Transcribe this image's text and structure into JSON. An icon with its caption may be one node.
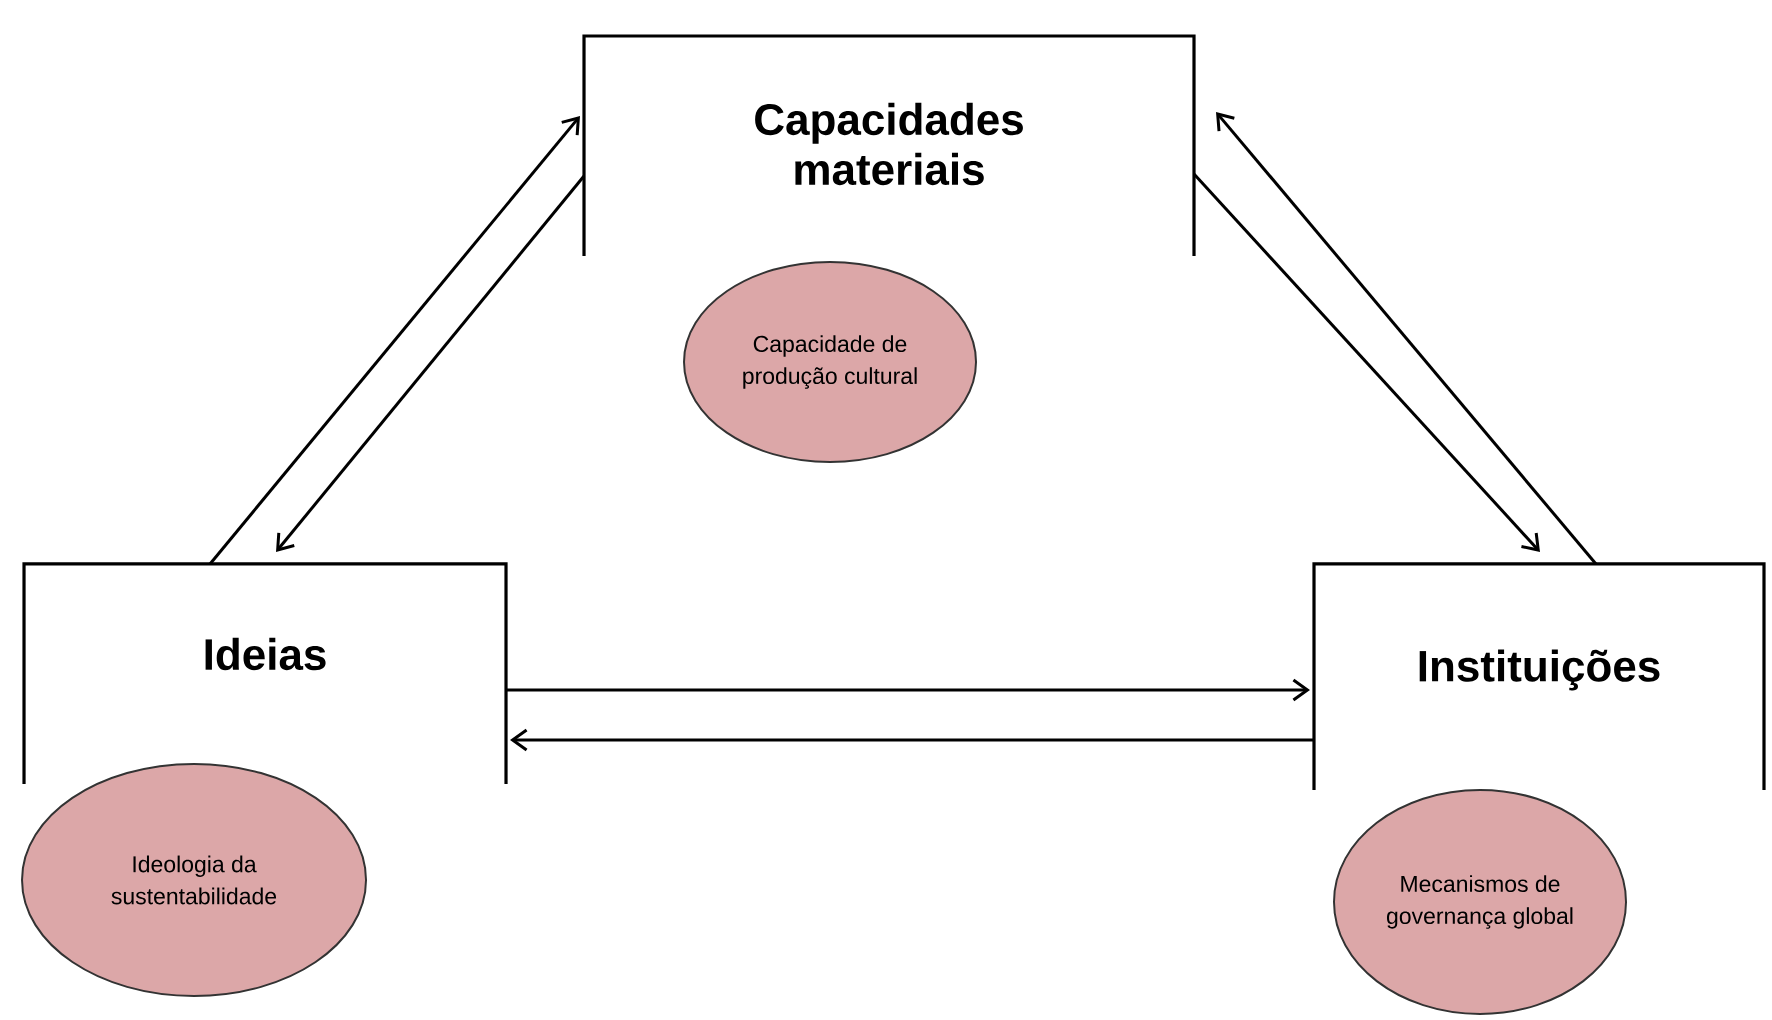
{
  "diagram": {
    "nodes": [
      {
        "text": [
          "Capacidades materiais"
        ]
      },
      {
        "text": [
          "Capacidade de produção cultural"
        ]
      },
      {
        "text": [
          "Ideias"
        ]
      },
      {
        "text": [
          "Ideologia da sustentabilidade"
        ]
      },
      {
        "text": [
          "Instituições"
        ]
      },
      {
        "text": [
          "Mecanismos de governança global"
        ]
      }
    ],
    "edges": [
      {
        "from": 2,
        "to": 0,
        "arrow": "to"
      },
      {
        "from": 0,
        "to": 2,
        "arrow": "to"
      },
      {
        "from": 4,
        "to": 0,
        "arrow": "to"
      },
      {
        "from": 0,
        "to": 4,
        "arrow": "to"
      },
      {
        "from": 2,
        "to": 4,
        "arrow": "to"
      },
      {
        "from": 4,
        "to": 2,
        "arrow": "to"
      }
    ]
  }
}
